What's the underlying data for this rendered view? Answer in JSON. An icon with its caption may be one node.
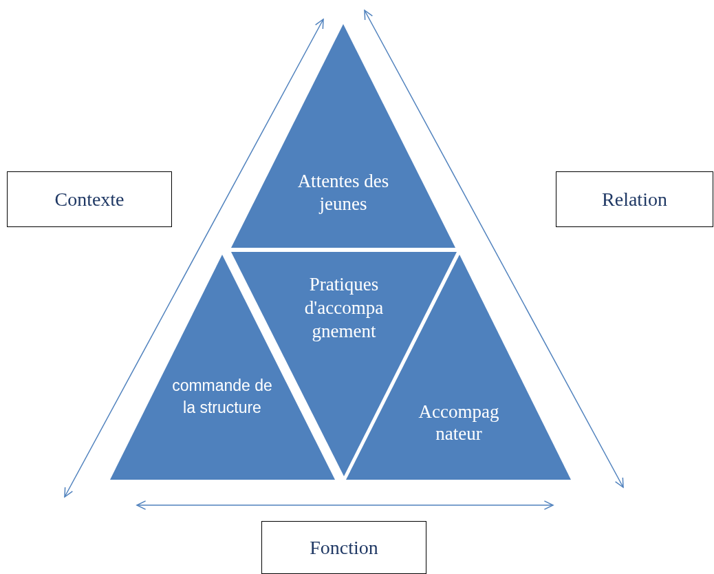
{
  "diagram": {
    "nodes": [
      {
        "text": [
          "Attentes des jeunes"
        ]
      },
      {
        "text": [
          "Pratiques d'accompa gnement"
        ]
      },
      {
        "text": [
          "commande de la structure"
        ]
      },
      {
        "text": [
          "Accompag nateur"
        ]
      },
      {
        "text": [
          "Contexte"
        ]
      },
      {
        "text": [
          "Relation"
        ]
      },
      {
        "text": [
          "Fonction"
        ]
      }
    ]
  }
}
